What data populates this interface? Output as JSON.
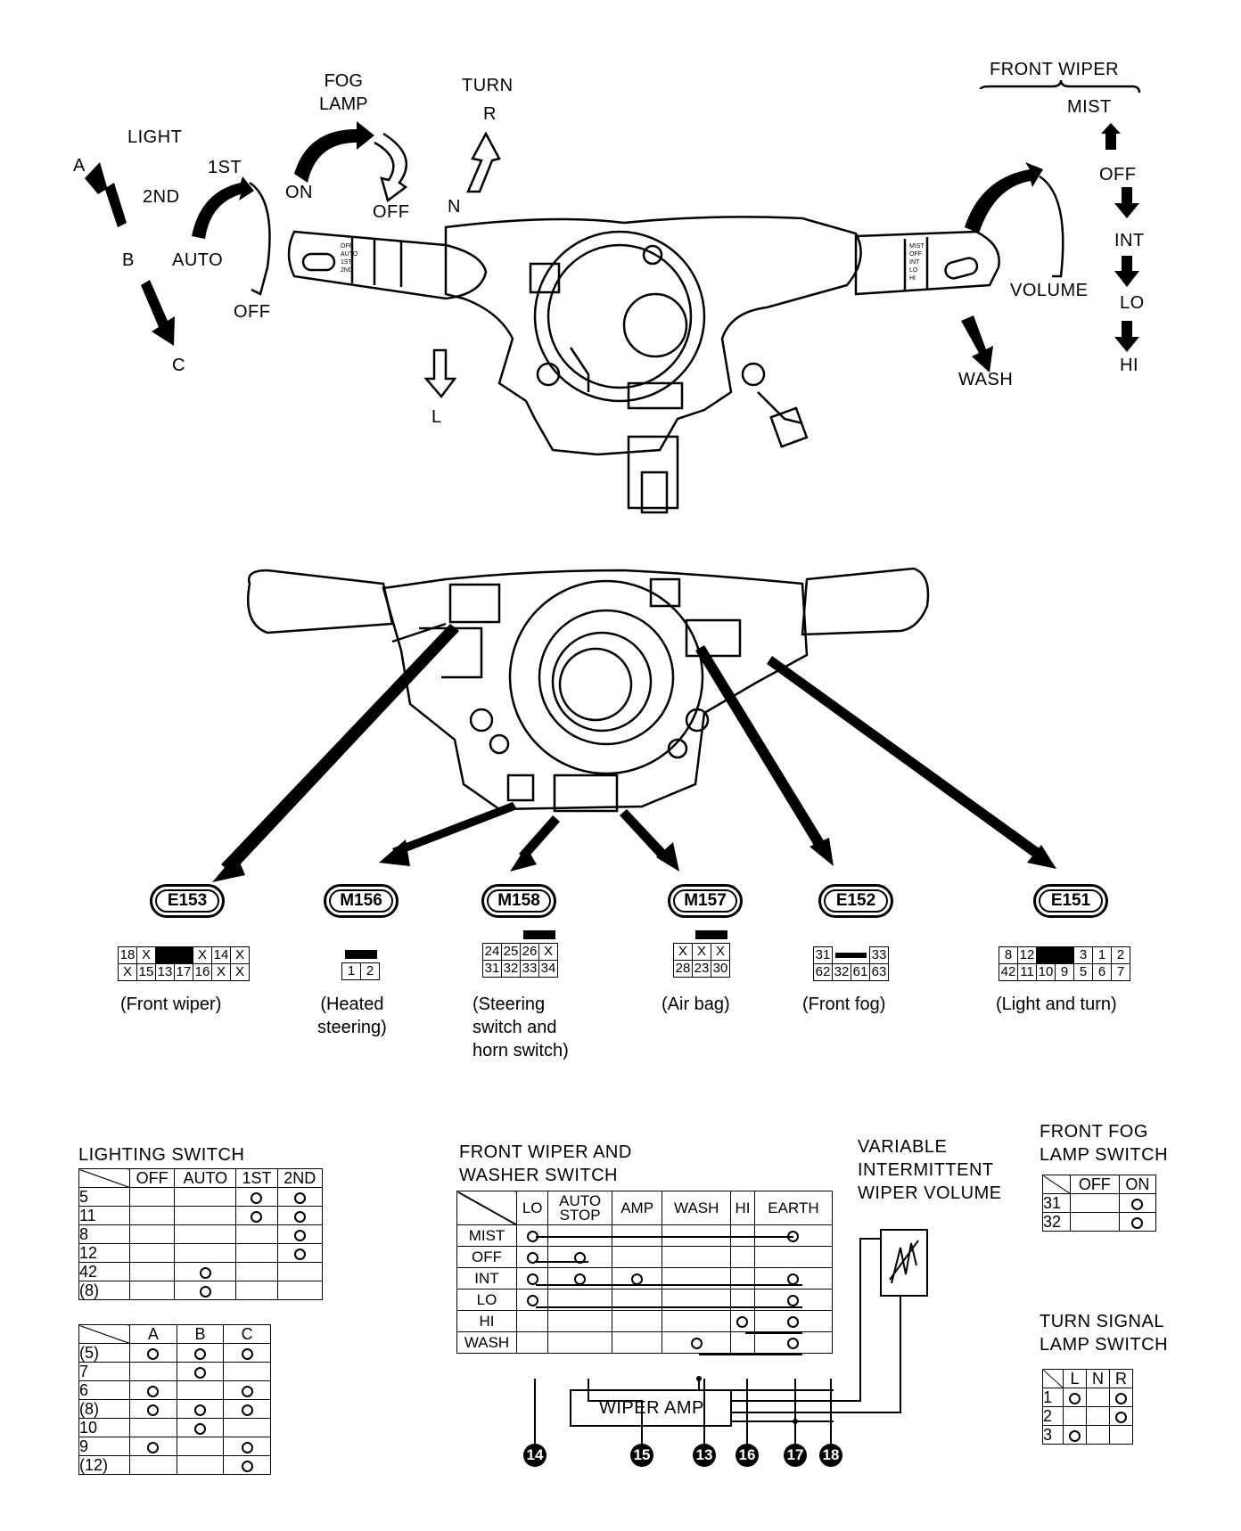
{
  "top_labels": {
    "light": "LIGHT",
    "a": "A",
    "b": "B",
    "c": "C",
    "first": "1ST",
    "second": "2ND",
    "auto": "AUTO",
    "off_left": "OFF",
    "fog_lamp": "FOG\nLAMP",
    "on": "ON",
    "off_fog": "OFF",
    "turn": "TURN",
    "r": "R",
    "n": "N",
    "l": "L",
    "front_wiper": "FRONT WIPER",
    "mist": "MIST",
    "off_wiper": "OFF",
    "int": "INT",
    "lo": "LO",
    "hi": "HI",
    "volume": "VOLUME",
    "wash": "WASH"
  },
  "connectors": [
    {
      "id": "E153",
      "caption": "(Front wiper)"
    },
    {
      "id": "M156",
      "caption": "(Heated\nsteering)"
    },
    {
      "id": "M158",
      "caption": "(Steering\nswitch and\nhorn switch)"
    },
    {
      "id": "M157",
      "caption": "(Air bag)"
    },
    {
      "id": "E152",
      "caption": "(Front fog)"
    },
    {
      "id": "E151",
      "caption": "(Light and turn)"
    }
  ],
  "pins": {
    "e153": {
      "row1": [
        "18",
        "X",
        "■",
        "X",
        "14",
        "X"
      ],
      "row2": [
        "X",
        "15",
        "13",
        "17",
        "16",
        "X"
      ]
    },
    "m156": {
      "row2": [
        "1",
        "2"
      ]
    },
    "m158": {
      "row1": [
        "24",
        "25",
        "26",
        "X"
      ],
      "row2": [
        "31",
        "32",
        "33",
        "34"
      ]
    },
    "m157": {
      "row1": [
        "X",
        "X",
        "X"
      ],
      "row2": [
        "28",
        "23",
        "30"
      ]
    },
    "e152": {
      "row1": [
        "31",
        "33"
      ],
      "row2": [
        "62",
        "32",
        "61",
        "63"
      ]
    },
    "e151": {
      "row1": [
        "8",
        "12",
        "3",
        "1",
        "2"
      ],
      "row2": [
        "42",
        "11",
        "10",
        "9",
        "5",
        "6",
        "7"
      ]
    }
  },
  "lighting_switch": {
    "title": "LIGHTING SWITCH",
    "headers": [
      "OFF",
      "AUTO",
      "1ST",
      "2ND"
    ],
    "rows": [
      "5",
      "11",
      "8",
      "12",
      "42",
      "(8)"
    ]
  },
  "light_abc": {
    "headers": [
      "A",
      "B",
      "C"
    ],
    "rows": [
      "(5)",
      "7",
      "6",
      "(8)",
      "10",
      "9",
      "(12)"
    ]
  },
  "front_wiper_switch": {
    "title": "FRONT WIPER AND\nWASHER SWITCH",
    "headers": [
      "LO",
      "AUTO\nSTOP",
      "AMP",
      "WASH",
      "HI",
      "EARTH"
    ],
    "rows": [
      "MIST",
      "OFF",
      "INT",
      "LO",
      "HI",
      "WASH"
    ],
    "amp_label": "WIPER AMP.",
    "terminals": [
      "14",
      "15",
      "13",
      "16",
      "17",
      "18"
    ]
  },
  "volume_label": "VARIABLE\nINTERMITTENT\nWIPER VOLUME",
  "fog_switch": {
    "title": "FRONT FOG\nLAMP SWITCH",
    "headers": [
      "OFF",
      "ON"
    ],
    "rows": [
      "31",
      "32"
    ]
  },
  "turn_switch": {
    "title": "TURN SIGNAL\nLAMP SWITCH",
    "headers": [
      "L",
      "N",
      "R"
    ],
    "rows": [
      "1",
      "2",
      "3"
    ]
  }
}
